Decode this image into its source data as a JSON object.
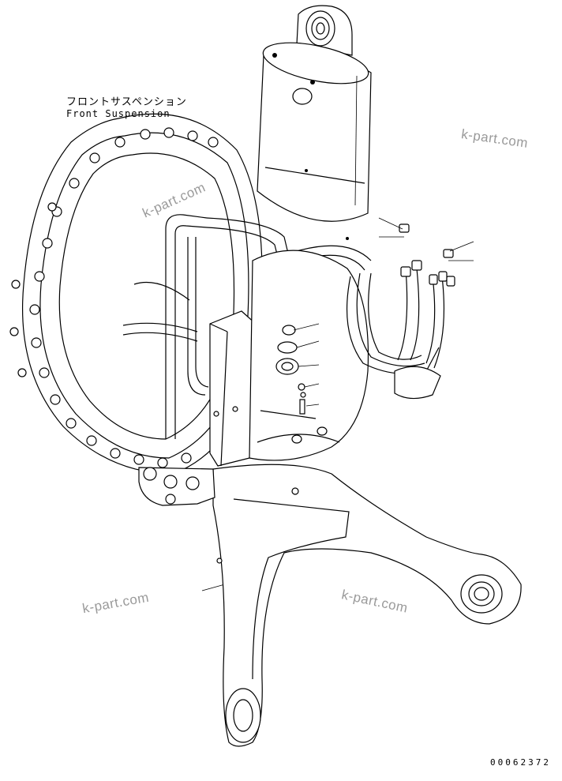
{
  "labels": {
    "part_name_jp": "フロントサスペンション",
    "part_name_en": "Front Suspension"
  },
  "watermarks": [
    "k-part.com",
    "k-part.com",
    "k-part.com",
    "k-part.com"
  ],
  "document_number": "00062372",
  "colors": {
    "line": "#000000",
    "background": "#ffffff",
    "watermark": "#9a9a9a"
  }
}
